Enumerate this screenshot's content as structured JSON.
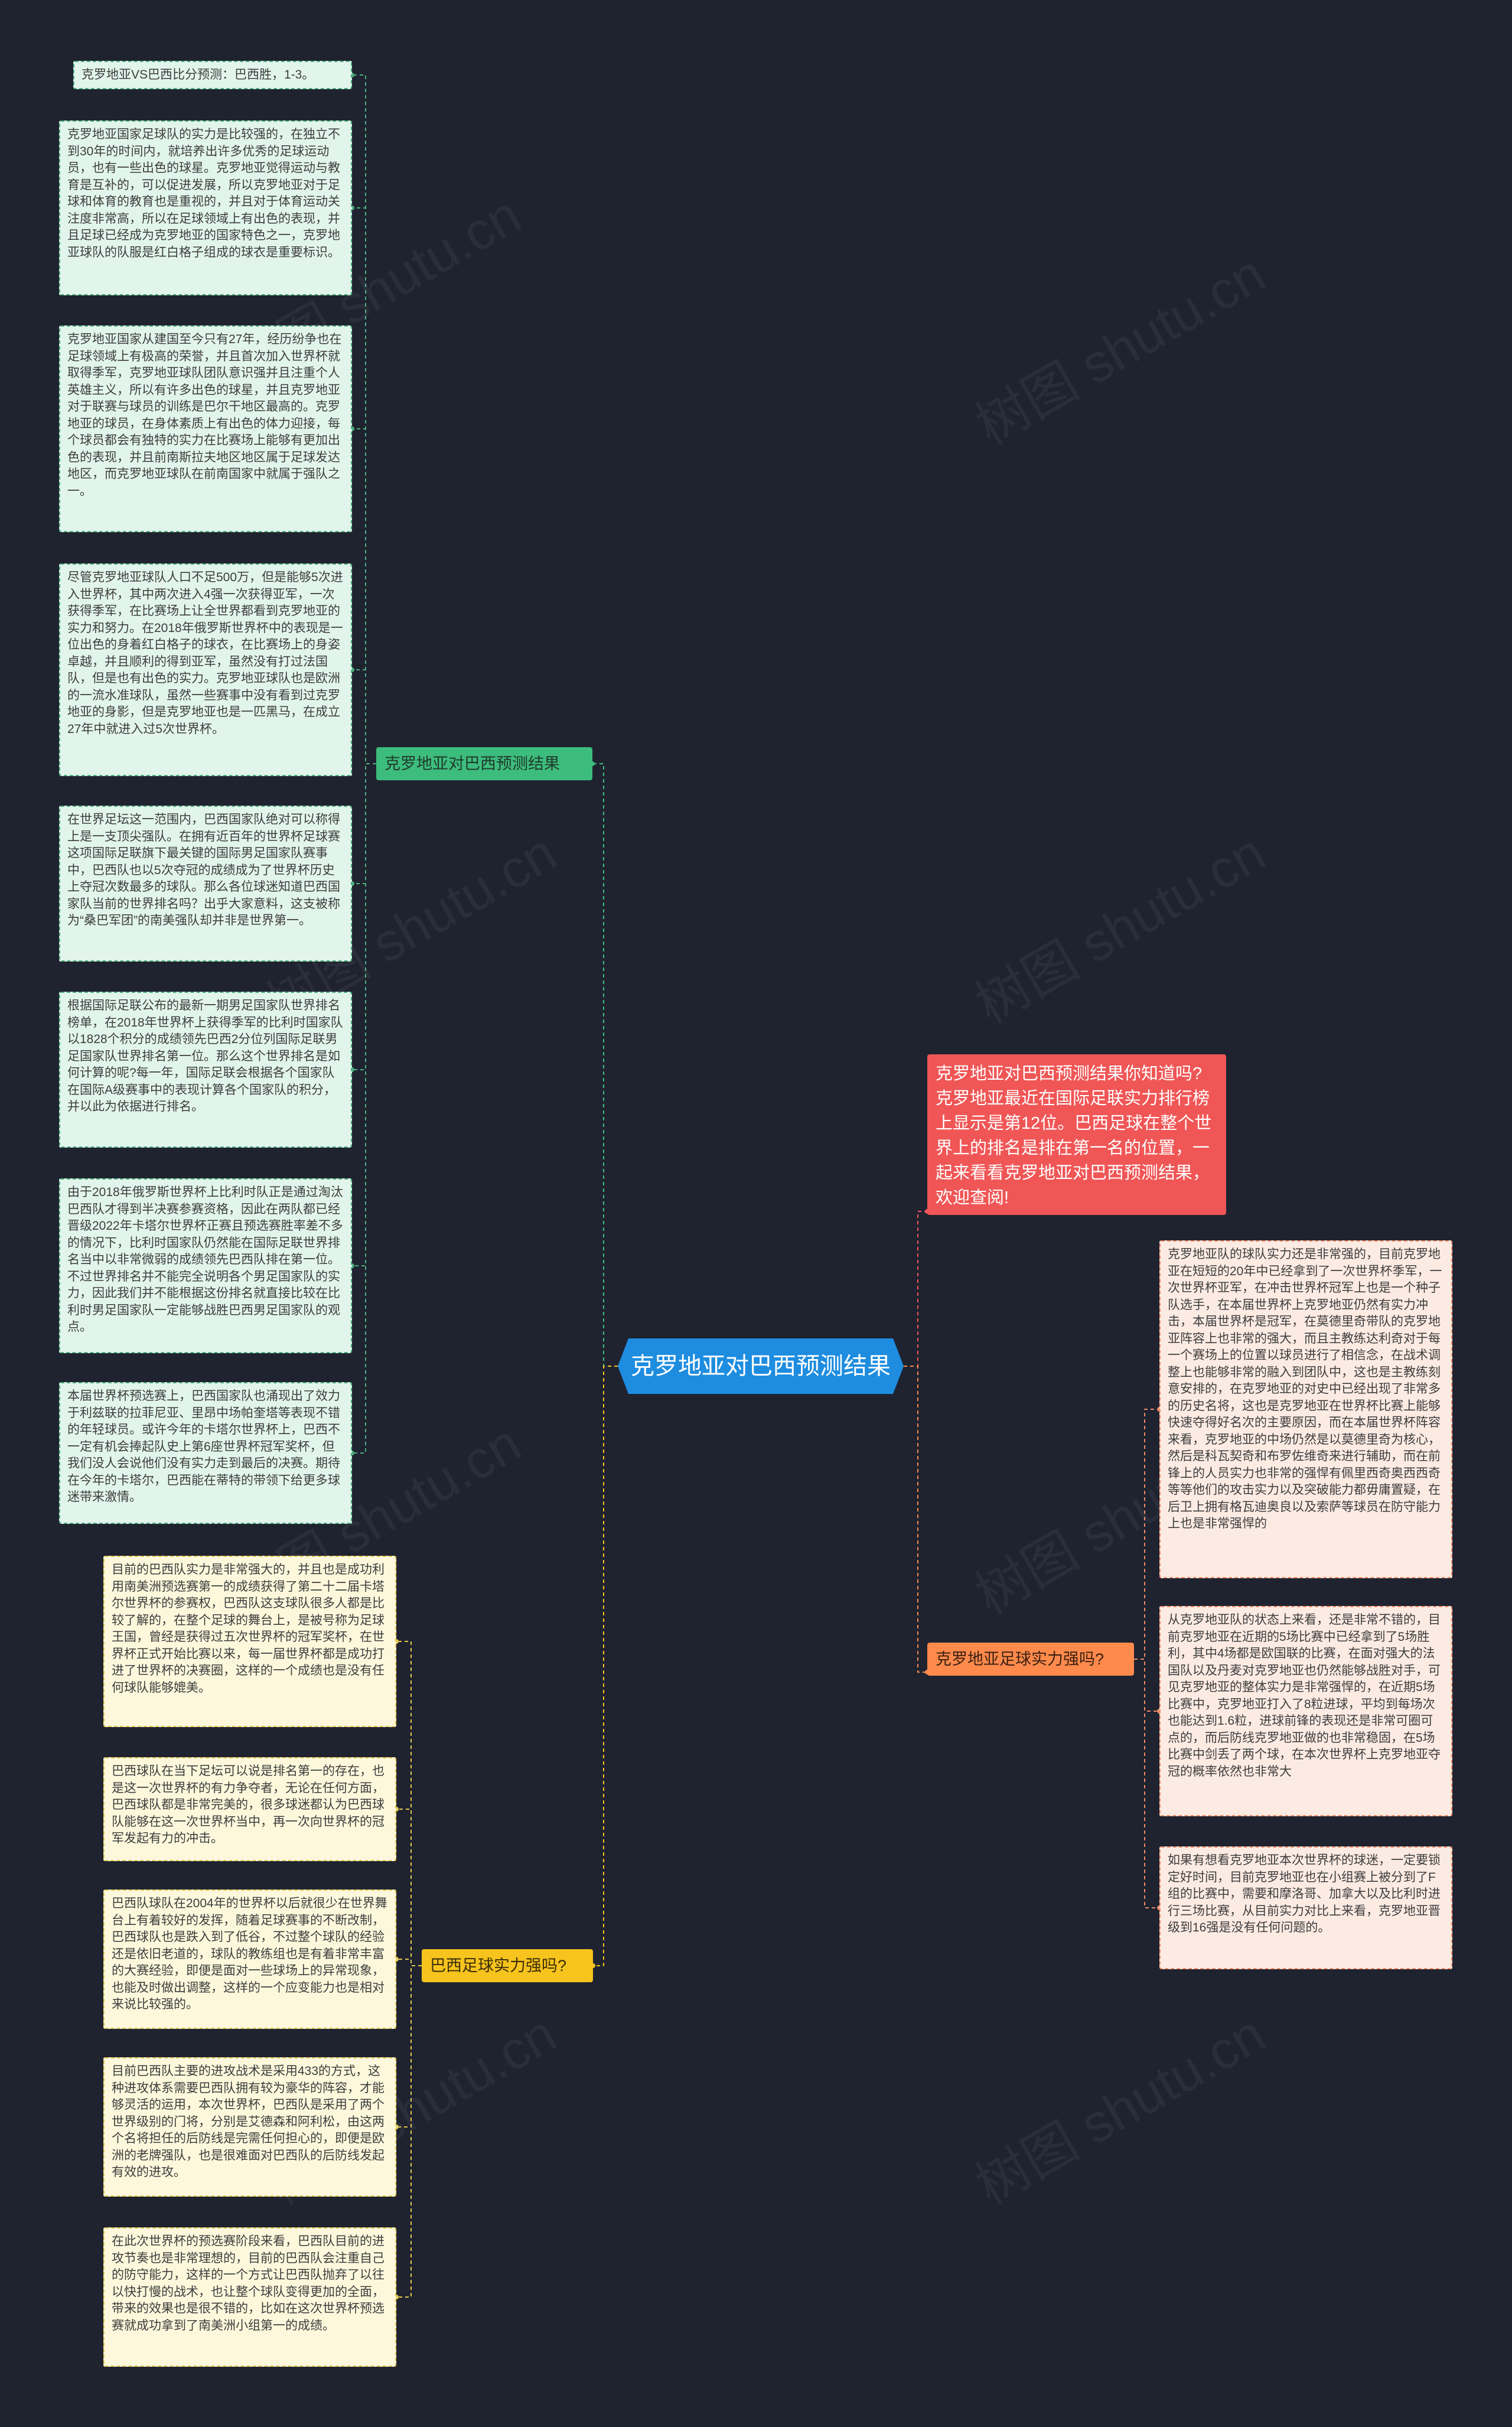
{
  "central": {
    "label": "克罗地亚对巴西预测结果"
  },
  "intro": {
    "text": "克罗地亚对巴西预测结果你知道吗?克罗地亚最近在国际足联实力排行榜上显示是第12位。巴西足球在整个世界上的排名是排在第一名的位置，一起来看看克罗地亚对巴西预测结果，欢迎查阅!"
  },
  "branches": {
    "prediction": {
      "label": "克罗地亚对巴西预测结果",
      "leaves": [
        "克罗地亚VS巴西比分预测：巴西胜，1-3。",
        "克罗地亚国家足球队的实力是比较强的，在独立不到30年的时间内，就培养出许多优秀的足球运动员，也有一些出色的球星。克罗地亚觉得运动与教育是互补的，可以促进发展，所以克罗地亚对于足球和体育的教育也是重视的，并且对于体育运动关注度非常高，所以在足球领域上有出色的表现，并且足球已经成为克罗地亚的国家特色之一，克罗地亚球队的队服是红白格子组成的球衣是重要标识。",
        "克罗地亚国家从建国至今只有27年，经历纷争也在足球领域上有极高的荣誉，并且首次加入世界杯就取得季军，克罗地亚球队团队意识强并且注重个人英雄主义，所以有许多出色的球星，并且克罗地亚对于联赛与球员的训练是巴尔干地区最高的。克罗地亚的球员，在身体素质上有出色的体力迎接，每个球员都会有独特的实力在比赛场上能够有更加出色的表现，并且前南斯拉夫地区地区属于足球发达地区，而克罗地亚球队在前南国家中就属于强队之一。",
        "尽管克罗地亚球队人口不足500万，但是能够5次进入世界杯，其中两次进入4强一次获得亚军，一次获得季军，在比赛场上让全世界都看到克罗地亚的实力和努力。在2018年俄罗斯世界杯中的表现是一位出色的身着红白格子的球衣，在比赛场上的身姿卓越，并且顺利的得到亚军，虽然没有打过法国队，但是也有出色的实力。克罗地亚球队也是欧洲的一流水准球队，虽然一些赛事中没有看到过克罗地亚的身影，但是克罗地亚也是一匹黑马，在成立27年中就进入过5次世界杯。",
        "在世界足坛这一范围内，巴西国家队绝对可以称得上是一支顶尖强队。在拥有近百年的世界杯足球赛这项国际足联旗下最关键的国际男足国家队赛事中，巴西队也以5次夺冠的成绩成为了世界杯历史上夺冠次数最多的球队。那么各位球迷知道巴西国家队当前的世界排名吗？出乎大家意料，这支被称为“桑巴军团”的南美强队却并非是世界第一。",
        "根据国际足联公布的最新一期男足国家队世界排名榜单，在2018年世界杯上获得季军的比利时国家队以1828个积分的成绩领先巴西2分位列国际足联男足国家队世界排名第一位。那么这个世界排名是如何计算的呢?每一年，国际足联会根据各个国家队在国际A级赛事中的表现计算各个国家队的积分，并以此为依据进行排名。",
        "由于2018年俄罗斯世界杯上比利时队正是通过淘汰巴西队才得到半决赛参赛资格，因此在两队都已经晋级2022年卡塔尔世界杯正赛且预选赛胜率差不多的情况下，比利时国家队仍然能在国际足联世界排名当中以非常微弱的成绩领先巴西队排在第一位。不过世界排名并不能完全说明各个男足国家队的实力，因此我们并不能根据这份排名就直接比较在比利时男足国家队一定能够战胜巴西男足国家队的观点。",
        "本届世界杯预选赛上，巴西国家队也涌现出了效力于利兹联的拉菲尼亚、里昂中场帕奎塔等表现不错的年轻球员。或许今年的卡塔尔世界杯上，巴西不一定有机会捧起队史上第6座世界杯冠军奖杯，但我们没人会说他们没有实力走到最后的决赛。期待在今年的卡塔尔，巴西能在蒂特的带领下给更多球迷带来激情。"
      ]
    },
    "brazil": {
      "label": "巴西足球实力强吗?",
      "leaves": [
        "目前的巴西队实力是非常强大的，并且也是成功利用南美洲预选赛第一的成绩获得了第二十二届卡塔尔世界杯的参赛权，巴西队这支球队很多人都是比较了解的，在整个足球的舞台上，是被号称为足球王国，曾经是获得过五次世界杯的冠军奖杯，在世界杯正式开始比赛以来，每一届世界杯都是成功打进了世界杯的决赛圈，这样的一个成绩也是没有任何球队能够媲美。",
        "巴西球队在当下足坛可以说是排名第一的存在，也是这一次世界杯的有力争夺者，无论在任何方面，巴西球队都是非常完美的，很多球迷都认为巴西球队能够在这一次世界杯当中，再一次向世界杯的冠军发起有力的冲击。",
        "巴西队球队在2004年的世界杯以后就很少在世界舞台上有着较好的发挥，随着足球赛事的不断改制，巴西球队也是跌入到了低谷，不过整个球队的经验还是依旧老道的，球队的教练组也是有着非常丰富的大赛经验，即便是面对一些球场上的异常现象，也能及时做出调整，这样的一个应变能力也是相对来说比较强的。",
        "目前巴西队主要的进攻战术是采用433的方式，这种进攻体系需要巴西队拥有较为豪华的阵容，才能够灵活的运用，本次世界杯，巴西队是采用了两个世界级别的门将，分别是艾德森和阿利松，由这两个名将担任的后防线是完需任何担心的，即便是欧洲的老牌强队，也是很难面对巴西队的后防线发起有效的进攻。",
        "在此次世界杯的预选赛阶段来看，巴西队目前的进攻节奏也是非常理想的，目前的巴西队会注重自己的防守能力，这样的一个方式让巴西队抛弃了以往以快打慢的战术，也让整个球队变得更加的全面，带来的效果也是很不错的，比如在这次世界杯预选赛就成功拿到了南美洲小组第一的成绩。"
      ]
    },
    "croatia": {
      "label": "克罗地亚足球实力强吗?",
      "leaves": [
        "克罗地亚队的球队实力还是非常强的，目前克罗地亚在短短的20年中已经拿到了一次世界杯季军，一次世界杯亚军，在冲击世界杯冠军上也是一个种子队选手，在本届世界杯上克罗地亚仍然有实力冲击，本届世界杯是冠军，在莫德里奇带队的克罗地亚阵容上也非常的强大，而且主教练达利奇对于每一个赛场上的位置以球员进行了相信念，在战术调整上也能够非常的融入到团队中，这也是主教练刻意安排的，在克罗地亚的对史中已经出现了非常多的历史名将，这也是克罗地亚在世界杯比赛上能够快速夺得好名次的主要原因，而在本届世界杯阵容来看，克罗地亚的中场仍然是以莫德里奇为核心，然后是科瓦契奇和布罗佐维奇来进行辅助，而在前锋上的人员实力也非常的强悍有佩里西奇奥西西奇等等他们的攻击实力以及突破能力都毋庸置疑，在后卫上拥有格瓦迪奥良以及索萨等球员在防守能力上也是非常强悍的",
        "从克罗地亚队的状态上来看，还是非常不错的，目前克罗地亚在近期的5场比赛中已经拿到了5场胜利，其中4场都是欧国联的比赛，在面对强大的法国队以及丹麦对克罗地亚也仍然能够战胜对手，可见克罗地亚的整体实力是非常强悍的，在近期5场比赛中，克罗地亚打入了8粒进球，平均到每场次也能达到1.6粒，进球前锋的表现还是非常可圈可点的，而后防线克罗地亚做的也非常稳固，在5场比赛中剑丢了两个球，在本次世界杯上克罗地亚夺冠的概率依然也非常大",
        "如果有想看克罗地亚本次世界杯的球迷，一定要锁定好时间，目前克罗地亚也在小组赛上被分到了F组的比赛中，需要和摩洛哥、加拿大以及比利时进行三场比赛，从目前实力对比上来看，克罗地亚晋级到16强是没有任何问题的。"
      ]
    },
    "watermark": "树图 shutu.cn"
  }
}
